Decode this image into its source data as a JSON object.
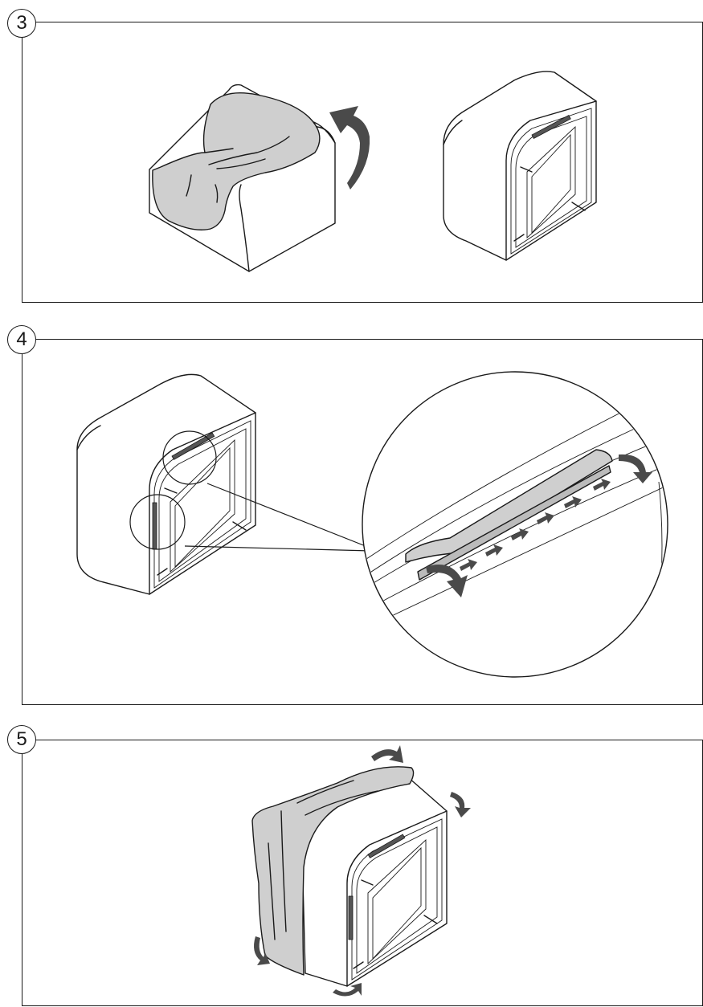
{
  "steps": [
    {
      "number": "3",
      "description_visible": ""
    },
    {
      "number": "4",
      "description_visible": ""
    },
    {
      "number": "5",
      "description_visible": ""
    }
  ],
  "colors": {
    "line": "#1a1a1a",
    "fabric_fill": "#cfcfcf",
    "arrow_fill": "#4a4a4a",
    "background": "#ffffff"
  },
  "icons": {
    "rotate_arrow": "curved-arrow-icon",
    "press_arrow": "arrow-icon",
    "detail_magnifier": "magnifier-circle"
  }
}
